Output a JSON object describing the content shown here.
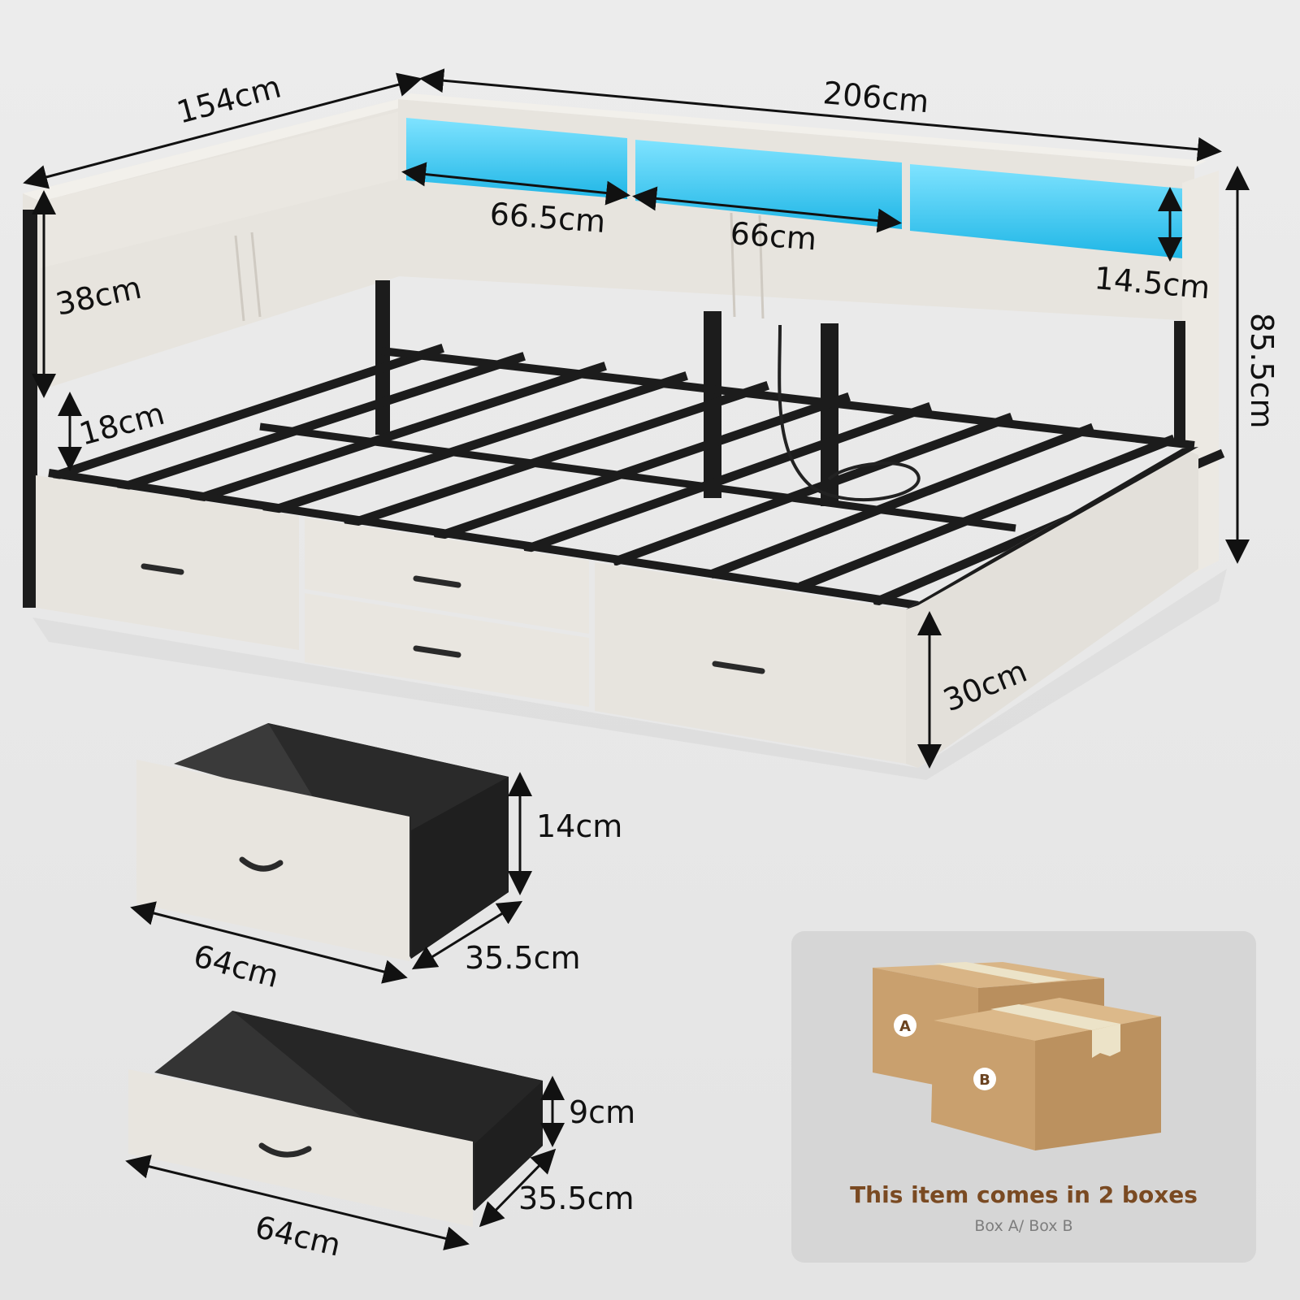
{
  "bed": {
    "length": "206cm",
    "width": "154cm",
    "height": "85.5cm",
    "headboard_panel_height": "38cm",
    "under_headboard_gap": "18cm",
    "shelf_left_width": "66.5cm",
    "shelf_middle_width": "66cm",
    "shelf_height": "14.5cm",
    "frame_side_height": "30cm"
  },
  "drawer_large": {
    "height": "14cm",
    "length": "64cm",
    "depth": "35.5cm"
  },
  "drawer_small": {
    "height": "9cm",
    "length": "64cm",
    "depth": "35.5cm"
  },
  "packaging": {
    "box_a_label": "A",
    "box_b_label": "B",
    "title": "This item comes in 2 boxes",
    "subtitle": "Box A/ Box B"
  },
  "colors": {
    "fabric": "#e6e3dd",
    "metal": "#1c1c1c",
    "led": "#36c6ec",
    "cardboard": "#c9a06e",
    "tape": "#ece3c8",
    "title_brown": "#7a4a22"
  }
}
